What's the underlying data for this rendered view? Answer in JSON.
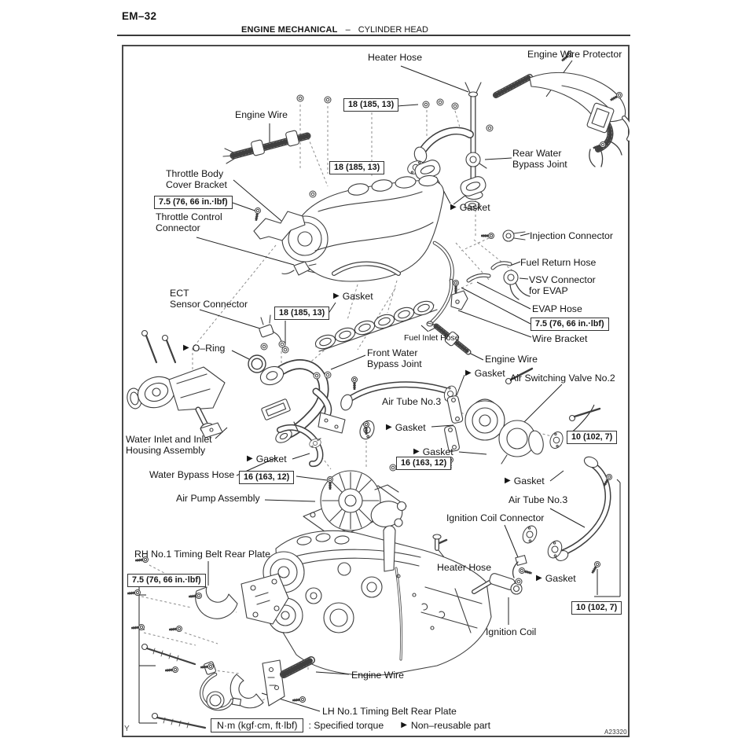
{
  "page": {
    "code": "EM–32",
    "header": {
      "section": "ENGINE MECHANICAL",
      "dash": "–",
      "subsection": "CYLINDER HEAD"
    },
    "figure_code": "A23320",
    "corner_mark": "Y"
  },
  "marker": "▶",
  "torques": {
    "nm18": "18 (185, 13)",
    "nm75": "7.5 (76, 66 in.·lbf)",
    "nm16": "16 (163, 12)",
    "nm10": "10 (102, 7)"
  },
  "labels": {
    "heater_hose": "Heater Hose",
    "engine_wire_protector": "Engine Wire Protector",
    "engine_wire": "Engine Wire",
    "rear_water_bypass_joint": "Rear Water\nBypass Joint",
    "throttle_body_cover_bracket": "Throttle Body\nCover Bracket",
    "throttle_control_connector": "Throttle Control\nConnector",
    "gasket": "Gasket",
    "injection_connector": "Injection Connector",
    "fuel_return_hose": "Fuel Return Hose",
    "vsv_connector_for_evap": "VSV Connector\nfor EVAP",
    "evap_hose": "EVAP Hose",
    "wire_bracket": "Wire Bracket",
    "ect_sensor_connector": "ECT\nSensor Connector",
    "o_ring": "O–Ring",
    "front_water_bypass_joint": "Front Water\nBypass Joint",
    "fuel_inlet_hose": "Fuel Inlet Hose",
    "air_switching_valve_no2": "Air Switching Valve No.2",
    "air_tube_no3": "Air Tube No.3",
    "water_inlet_assembly": "Water Inlet and Inlet\nHousing Assembly",
    "water_bypass_hose": "Water Bypass Hose",
    "air_pump_assembly": "Air Pump Assembly",
    "ignition_coil_connector": "Ignition Coil Connector",
    "rh_timing_plate": "RH No.1 Timing Belt Rear Plate",
    "ignition_coil": "Ignition Coil",
    "lh_timing_plate": "LH No.1 Timing Belt Rear Plate"
  },
  "legend": {
    "torque_unit": "N·m (kgf·cm, ft·lbf)",
    "torque_desc": ": Specified torque",
    "non_reusable": "Non–reusable part"
  }
}
